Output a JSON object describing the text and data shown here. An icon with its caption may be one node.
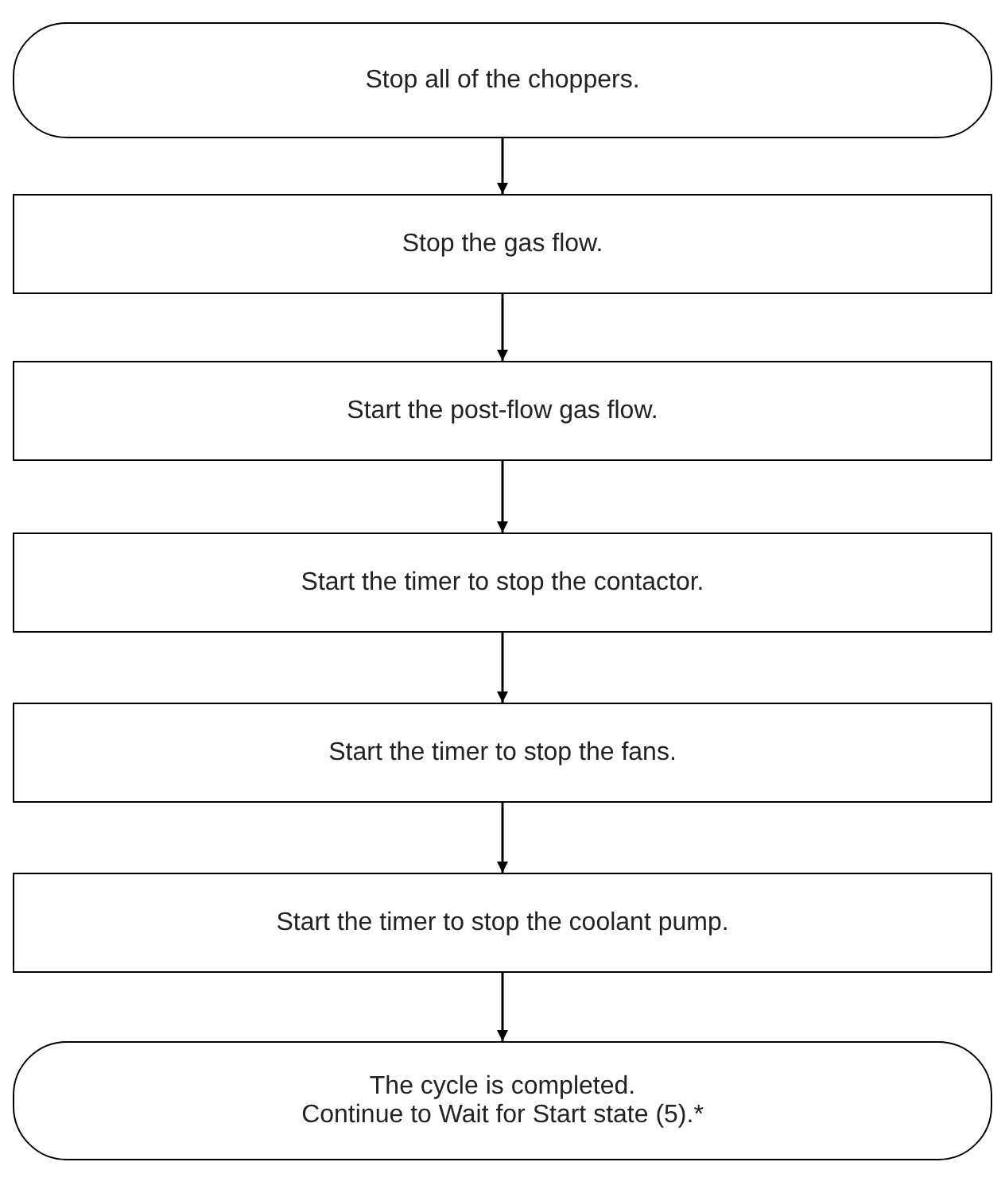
{
  "diagram": {
    "nodes": [
      {
        "text": [
          "Stop all of the choppers."
        ]
      },
      {
        "text": [
          "Stop the gas flow."
        ]
      },
      {
        "text": [
          "Start the post-flow gas flow."
        ]
      },
      {
        "text": [
          "Start the timer to stop the contactor."
        ]
      },
      {
        "text": [
          "Start the timer to stop the fans."
        ]
      },
      {
        "text": [
          "Start the timer to stop the coolant pump."
        ]
      },
      {
        "text": [
          "The cycle is completed.",
          "Continue to Wait for Start state (5).*"
        ]
      }
    ],
    "edges": [
      {
        "from": 0,
        "to": 1,
        "arrow": "to"
      },
      {
        "from": 1,
        "to": 2,
        "arrow": "to"
      },
      {
        "from": 2,
        "to": 3,
        "arrow": "to"
      },
      {
        "from": 3,
        "to": 4,
        "arrow": "to"
      },
      {
        "from": 4,
        "to": 5,
        "arrow": "to"
      },
      {
        "from": 5,
        "to": 6,
        "arrow": "to"
      }
    ]
  }
}
